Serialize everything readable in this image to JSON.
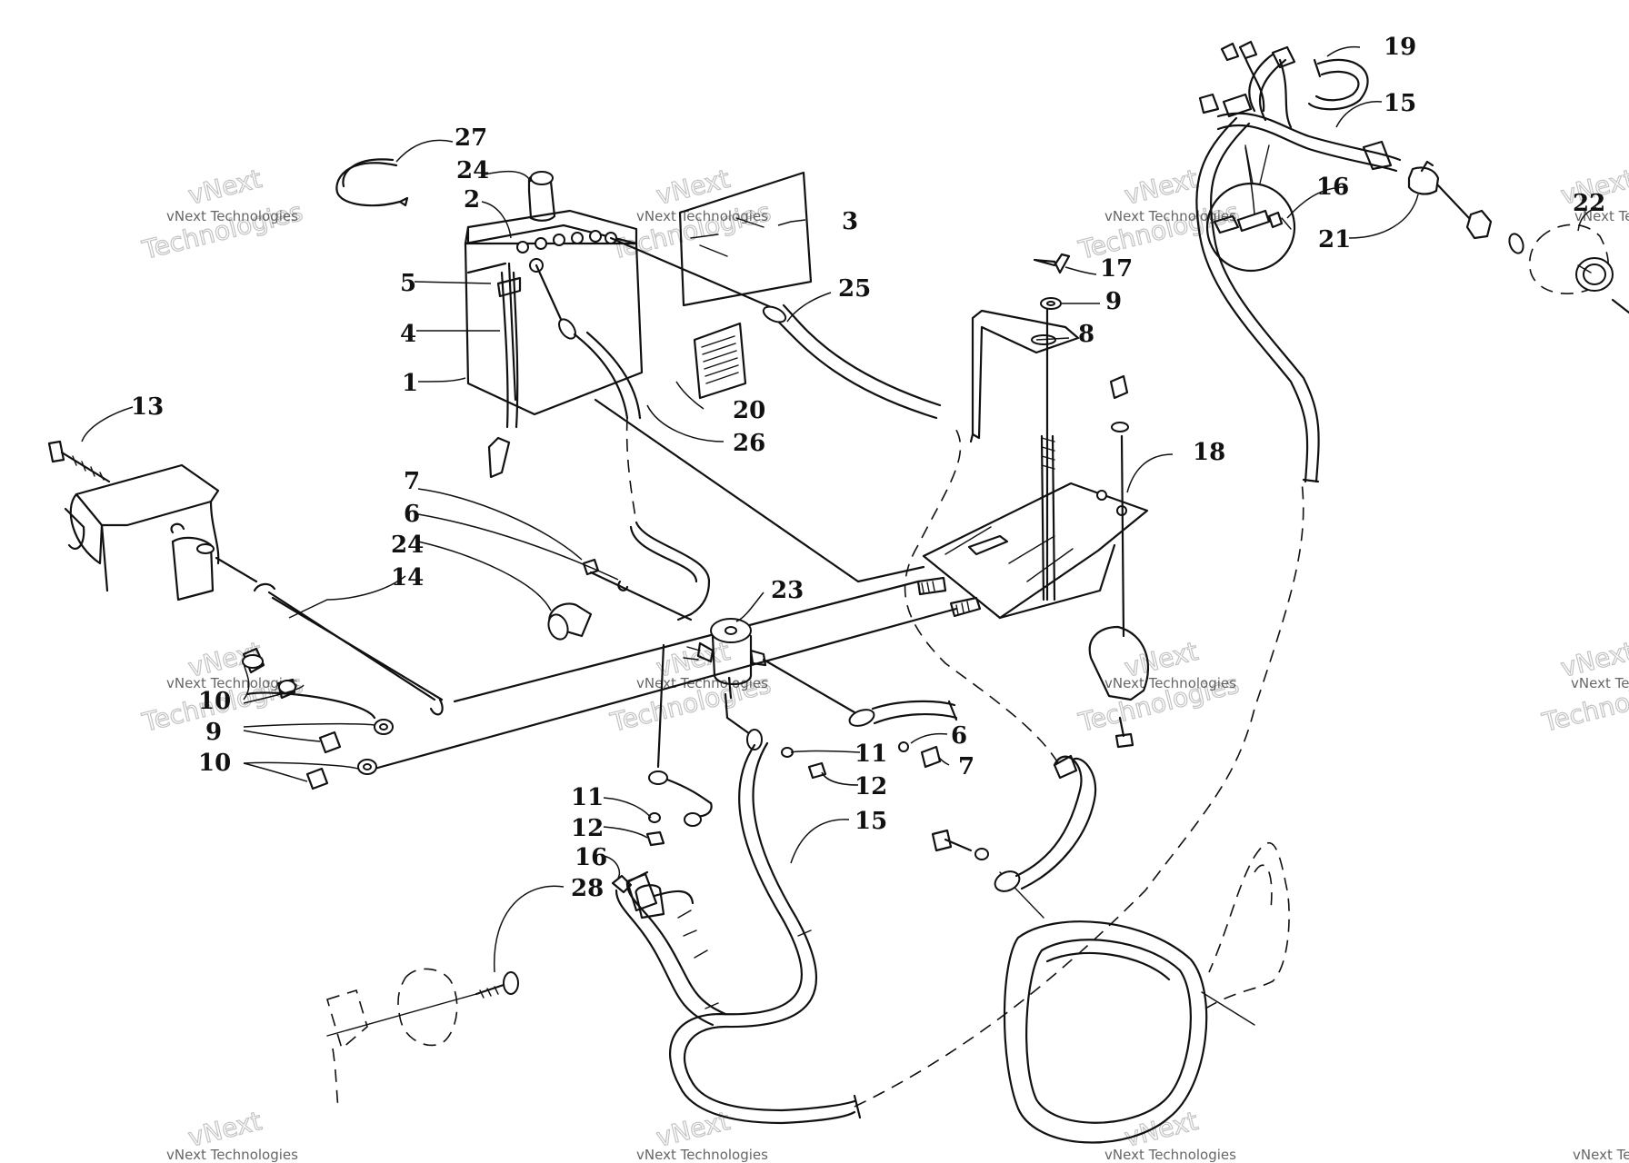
{
  "watermark": {
    "line1": "vNext",
    "line2": "Technologies",
    "full": "vNext Technologies"
  },
  "callouts": {
    "c1": "1",
    "c2": "2",
    "c3": "3",
    "c4": "4",
    "c5": "5",
    "c6a": "6",
    "c6b": "6",
    "c7a": "7",
    "c7b": "7",
    "c8": "8",
    "c9a": "9",
    "c9b": "9",
    "c10a": "10",
    "c10b": "10",
    "c11a": "11",
    "c11b": "11",
    "c12a": "12",
    "c12b": "12",
    "c13": "13",
    "c14": "14",
    "c15a": "15",
    "c15b": "15",
    "c16a": "16",
    "c16b": "16",
    "c17": "17",
    "c18": "18",
    "c19": "19",
    "c20": "20",
    "c21": "21",
    "c22": "22",
    "c23": "23",
    "c24a": "24",
    "c24b": "24",
    "c25": "25",
    "c26": "26",
    "c27": "27",
    "c28": "28"
  },
  "colors": {
    "ink": "#111111",
    "paper": "#ffffff",
    "watermark": "#bdbdbd"
  }
}
